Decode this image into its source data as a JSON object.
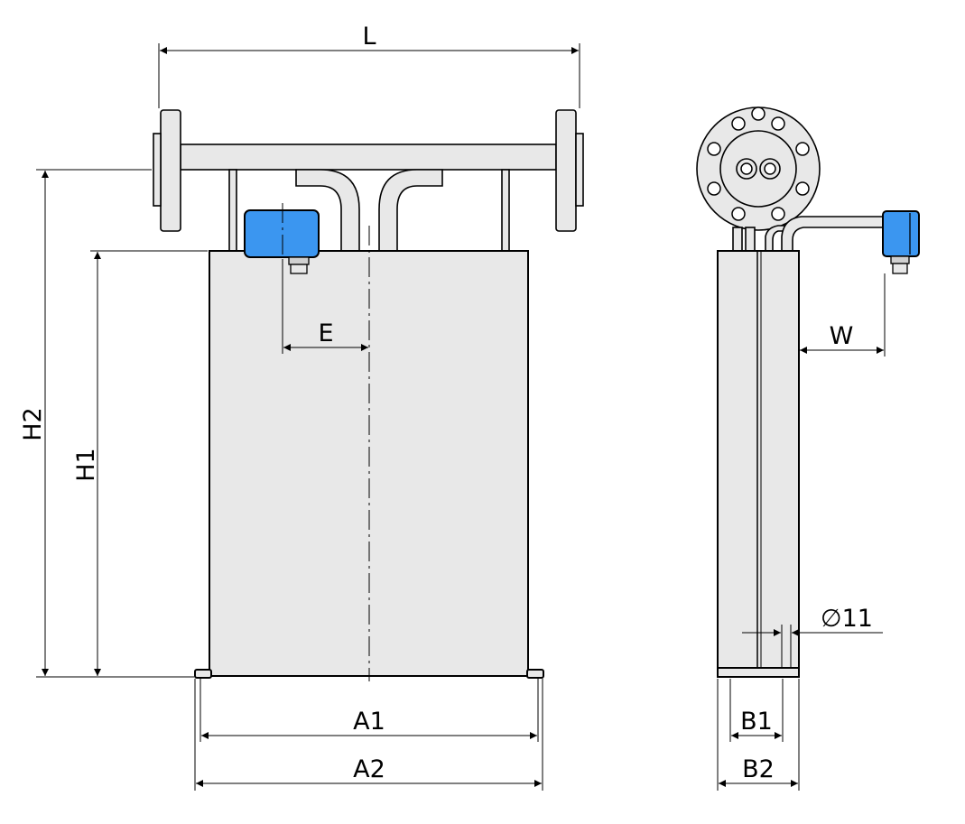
{
  "colors": {
    "housing": "#e8e8e8",
    "junction_box": "#3b96f0",
    "line": "#000000"
  },
  "labels": {
    "L": "L",
    "H2": "H2",
    "H1": "H1",
    "E": "E",
    "A1": "A1",
    "A2": "A2",
    "W": "W",
    "B1": "B1",
    "B2": "B2",
    "hole_dia": "∅11"
  }
}
